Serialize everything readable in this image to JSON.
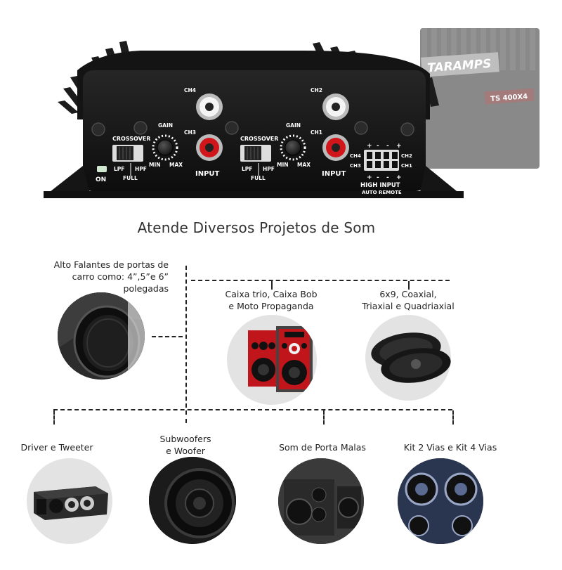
{
  "amplifier": {
    "ch4": "CH4",
    "ch3": "CH3",
    "ch2": "CH2",
    "ch1": "CH1",
    "gain": "GAIN",
    "min": "MIN",
    "max": "MAX",
    "crossover": "CROSSOVER",
    "lpf": "LPF",
    "hpf": "HPF",
    "full": "FULL",
    "input": "INPUT",
    "on": "ON",
    "high_input": "HIGH INPUT",
    "auto_remote": "AUTO REMOTE",
    "hi_ch4": "CH4",
    "hi_ch3": "CH3",
    "hi_ch2": "CH2",
    "hi_ch1": "CH1",
    "plus": "+",
    "minus": "-",
    "brand": "TARAMPS",
    "model": "TS 400X4"
  },
  "heading": "Atende Diversos Projetos de Som",
  "items": {
    "door_speakers": {
      "line1": "Alto Falantes de portas de",
      "line2": "carro como: 4”,5”e 6” polegadas"
    },
    "trio_box": {
      "line1": "Caixa trio, Caixa Bob",
      "line2": "e Moto Propaganda"
    },
    "coaxial": {
      "line1": "6x9, Coaxial,",
      "line2": "Triaxial e Quadriaxial"
    },
    "driver_tweeter": {
      "line1": "Driver e Tweeter"
    },
    "subwoofers": {
      "line1": "Subwoofers",
      "line2": "e Woofer"
    },
    "trunk_sound": {
      "line1": "Som de Porta Malas"
    },
    "kit_vias": {
      "line1": "Kit 2 Vias e Kit 4 Vias"
    }
  },
  "colors": {
    "amp_body": "#151515",
    "rca_red": "#d0161b",
    "rca_white": "#e8e8e8",
    "brand_red": "#c62828",
    "dashes": "#222222"
  }
}
